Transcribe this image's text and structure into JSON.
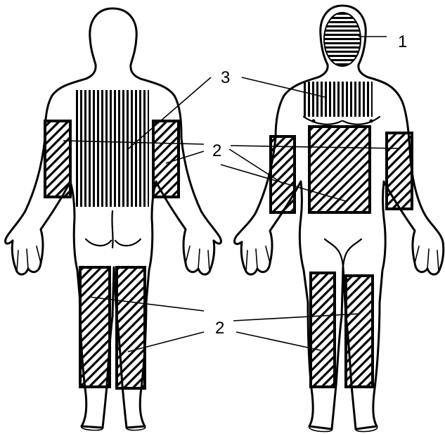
{
  "labels": {
    "face": "1",
    "limbs_and_abdomen_upper": "2",
    "limbs_lower": "2",
    "back_and_chest": "3"
  }
}
